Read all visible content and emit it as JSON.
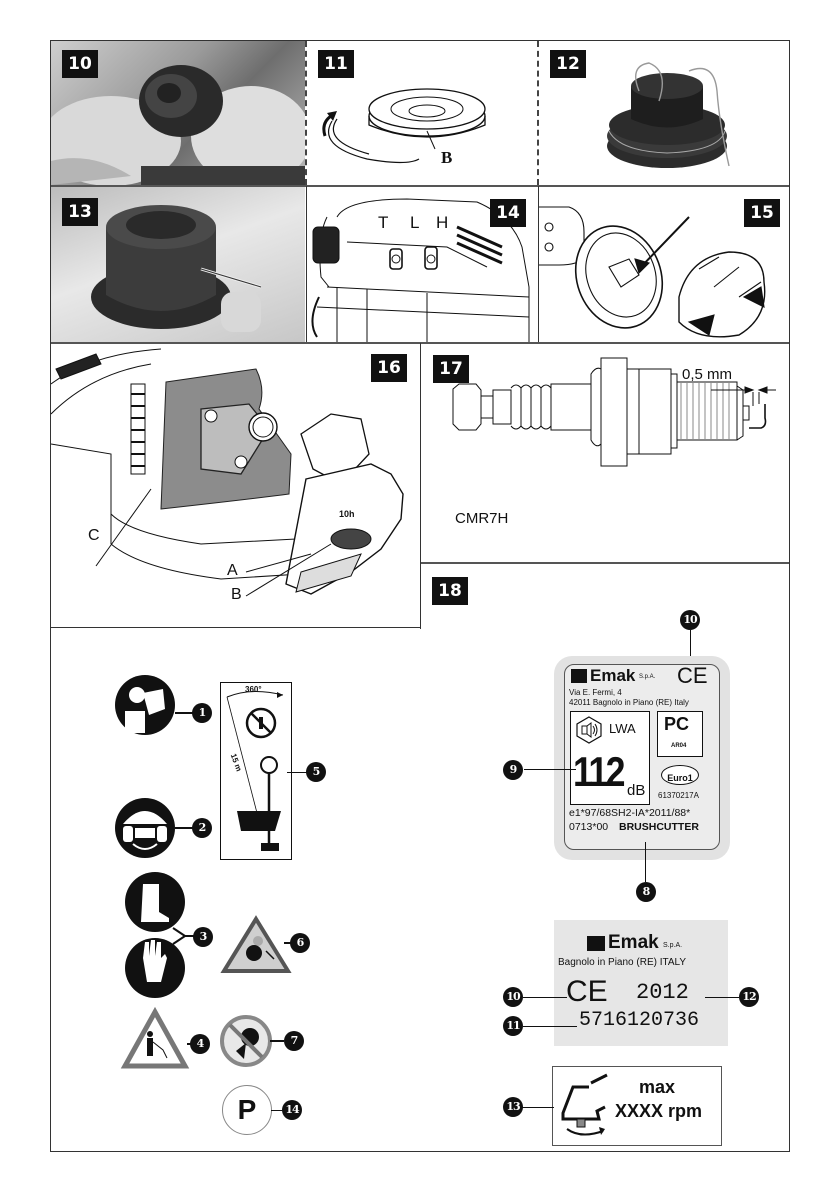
{
  "figures": {
    "f10": {
      "number": "10"
    },
    "f11": {
      "number": "11",
      "labels": {
        "b": "B"
      }
    },
    "f12": {
      "number": "12"
    },
    "f13": {
      "number": "13"
    },
    "f14": {
      "number": "14",
      "labels": {
        "t": "T",
        "l": "L",
        "h": "H"
      }
    },
    "f15": {
      "number": "15"
    },
    "f16": {
      "number": "16",
      "labels": {
        "a": "A",
        "b": "B",
        "c": "C",
        "cap": "10h"
      }
    },
    "f17": {
      "number": "17",
      "gap": "0,5 mm",
      "plug_model": "CMR7H"
    },
    "f18": {
      "number": "18"
    }
  },
  "safety_symbols": {
    "callouts": [
      "1",
      "2",
      "3",
      "4",
      "5",
      "6",
      "7",
      "14"
    ],
    "zone_box": {
      "angle": "360°",
      "distance": "15 m"
    },
    "parking": "P"
  },
  "rating_plate": {
    "brand": "Emak",
    "brand_suffix": "S.p.A.",
    "ce": "CE",
    "address_line1": "Via E. Fermi, 4",
    "address_line2": "42011 Bagnolo in Piano (RE) Italy",
    "noise_label": "LWA",
    "noise_value": "112",
    "noise_unit": "dB",
    "gost_code": "AR04",
    "euro_class": "Euro1",
    "part_code": "61370217A",
    "approval_line": "e1*97/68SH2-IA*2011/88*",
    "approval_line2": "0713*00",
    "product_type": "BRUSHCUTTER",
    "callouts": [
      "10",
      "9",
      "8"
    ]
  },
  "serial_plate": {
    "brand": "Emak",
    "brand_suffix": "S.p.A.",
    "location": "Bagnolo in Piano (RE) ITALY",
    "ce": "CE",
    "year": "2012",
    "serial": "5716120736",
    "callouts": [
      "10",
      "11",
      "12"
    ]
  },
  "rpm_label": {
    "line1": "max",
    "line2": "XXXX rpm",
    "callout": "13"
  }
}
